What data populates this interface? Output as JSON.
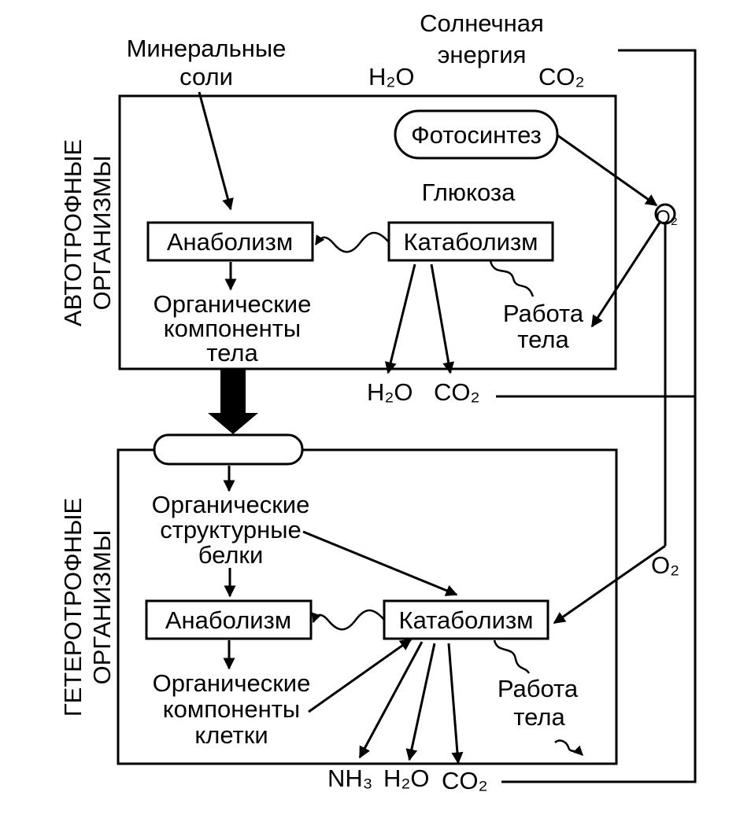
{
  "top": {
    "solar_line1": "Солнечная",
    "solar_line2": "энергия",
    "minerals_line1": "Минеральные",
    "minerals_line2": "соли",
    "h2o": "H₂O",
    "co2": "CO₂"
  },
  "autotroph": {
    "side_label_line1": "АВТОТРОФНЫЕ",
    "side_label_line2": "ОРГАНИЗМЫ",
    "photosynthesis": "Фотосинтез",
    "glucose": "Глюкоза",
    "anabolism": "Анаболизм",
    "catabolism": "Катаболизм",
    "organic_line1": "Органические",
    "organic_line2": "компоненты",
    "organic_line3": "тела",
    "work_line1": "Работа",
    "work_line2": "тела",
    "out_h2o": "H₂O",
    "out_co2": "CO₂"
  },
  "o2_upper": "O₂",
  "o2_lower": "O₂",
  "heterotroph": {
    "side_label_line1": "ГЕТЕРОТРОФНЫЕ",
    "side_label_line2": "ОРГАНИЗМЫ",
    "food_capsule": "",
    "struct_line1": "Органические",
    "struct_line2": "структурные",
    "struct_line3": "белки",
    "anabolism": "Анаболизм",
    "catabolism": "Катаболизм",
    "organic_line1": "Органические",
    "organic_line2": "компоненты",
    "organic_line3": "клетки",
    "work_line1": "Работа",
    "work_line2": "тела",
    "out_nh3": "NH₃",
    "out_h2o": "H₂O",
    "out_co2": "CO₂"
  }
}
